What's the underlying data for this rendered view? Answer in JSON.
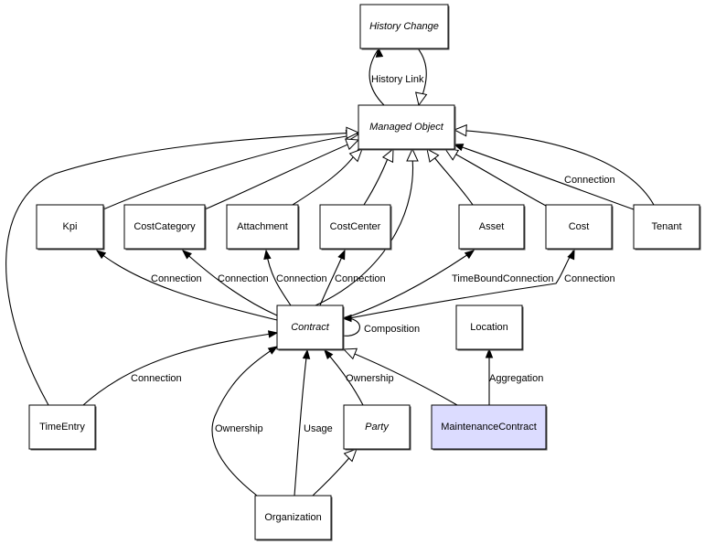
{
  "diagram": {
    "nodes": [
      {
        "id": "history_change",
        "label": "History Change",
        "italic": true,
        "fill": "#ffffff"
      },
      {
        "id": "managed_object",
        "label": "Managed Object",
        "italic": true,
        "fill": "#ffffff"
      },
      {
        "id": "kpi",
        "label": "Kpi",
        "italic": false,
        "fill": "#ffffff"
      },
      {
        "id": "cost_category",
        "label": "CostCategory",
        "italic": false,
        "fill": "#ffffff"
      },
      {
        "id": "attachment",
        "label": "Attachment",
        "italic": false,
        "fill": "#ffffff"
      },
      {
        "id": "cost_center",
        "label": "CostCenter",
        "italic": false,
        "fill": "#ffffff"
      },
      {
        "id": "asset",
        "label": "Asset",
        "italic": false,
        "fill": "#ffffff"
      },
      {
        "id": "cost",
        "label": "Cost",
        "italic": false,
        "fill": "#ffffff"
      },
      {
        "id": "tenant",
        "label": "Tenant",
        "italic": false,
        "fill": "#ffffff"
      },
      {
        "id": "contract",
        "label": "Contract",
        "italic": true,
        "fill": "#ffffff"
      },
      {
        "id": "location",
        "label": "Location",
        "italic": false,
        "fill": "#ffffff"
      },
      {
        "id": "time_entry",
        "label": "TimeEntry",
        "italic": false,
        "fill": "#ffffff"
      },
      {
        "id": "party",
        "label": "Party",
        "italic": true,
        "fill": "#ffffff"
      },
      {
        "id": "maintenance_contract",
        "label": "MaintenanceContract",
        "italic": false,
        "fill": "#dcdcff"
      },
      {
        "id": "organization",
        "label": "Organization",
        "italic": false,
        "fill": "#ffffff"
      }
    ],
    "edges": [
      {
        "id": "mo-history-link",
        "from": "managed_object",
        "to": "history_change",
        "type": "association",
        "label": "History Link"
      },
      {
        "id": "hc-inherits-mo",
        "from": "history_change",
        "to": "managed_object",
        "type": "generalization",
        "label": ""
      },
      {
        "id": "kpi-inherits-mo",
        "from": "kpi",
        "to": "managed_object",
        "type": "generalization",
        "label": ""
      },
      {
        "id": "costcategory-inherits-mo",
        "from": "cost_category",
        "to": "managed_object",
        "type": "generalization",
        "label": ""
      },
      {
        "id": "attachment-inherits-mo",
        "from": "attachment",
        "to": "managed_object",
        "type": "generalization",
        "label": ""
      },
      {
        "id": "costcenter-inherits-mo",
        "from": "cost_center",
        "to": "managed_object",
        "type": "generalization",
        "label": ""
      },
      {
        "id": "contract-inherits-mo",
        "from": "contract",
        "to": "managed_object",
        "type": "generalization",
        "label": ""
      },
      {
        "id": "asset-inherits-mo",
        "from": "asset",
        "to": "managed_object",
        "type": "generalization",
        "label": ""
      },
      {
        "id": "cost-inherits-mo",
        "from": "cost",
        "to": "managed_object",
        "type": "generalization",
        "label": ""
      },
      {
        "id": "tenant-inherits-mo",
        "from": "tenant",
        "to": "managed_object",
        "type": "generalization",
        "label": ""
      },
      {
        "id": "tenant-connection-mo",
        "from": "tenant",
        "to": "managed_object",
        "type": "association",
        "label": "Connection"
      },
      {
        "id": "timeentry-inherits-mo",
        "from": "time_entry",
        "to": "managed_object",
        "type": "generalization",
        "label": ""
      },
      {
        "id": "contract-connection-kpi",
        "from": "contract",
        "to": "kpi",
        "type": "association",
        "label": "Connection"
      },
      {
        "id": "contract-connection-costcategory",
        "from": "contract",
        "to": "cost_category",
        "type": "association",
        "label": "Connection"
      },
      {
        "id": "contract-connection-attachment",
        "from": "contract",
        "to": "attachment",
        "type": "association",
        "label": "Connection"
      },
      {
        "id": "contract-connection-costcenter",
        "from": "contract",
        "to": "cost_center",
        "type": "association",
        "label": "Connection"
      },
      {
        "id": "contract-timebound-asset",
        "from": "contract",
        "to": "asset",
        "type": "association",
        "label": "TimeBoundConnection"
      },
      {
        "id": "contract-connection-cost",
        "from": "contract",
        "to": "cost",
        "type": "association",
        "label": "Connection"
      },
      {
        "id": "contract-composition-self",
        "from": "contract",
        "to": "contract",
        "type": "association",
        "label": "Composition"
      },
      {
        "id": "timeentry-connection-contract",
        "from": "time_entry",
        "to": "contract",
        "type": "association",
        "label": "Connection"
      },
      {
        "id": "organization-ownership-contract",
        "from": "organization",
        "to": "contract",
        "type": "association",
        "label": "Ownership"
      },
      {
        "id": "organization-usage-contract",
        "from": "organization",
        "to": "contract",
        "type": "association",
        "label": "Usage"
      },
      {
        "id": "party-ownership-contract",
        "from": "party",
        "to": "contract",
        "type": "association",
        "label": "Ownership"
      },
      {
        "id": "maintenancecontract-inherits-contract",
        "from": "maintenance_contract",
        "to": "contract",
        "type": "generalization",
        "label": ""
      },
      {
        "id": "maintenancecontract-aggregation-location",
        "from": "maintenance_contract",
        "to": "location",
        "type": "association",
        "label": "Aggregation"
      },
      {
        "id": "organization-inherits-party",
        "from": "organization",
        "to": "party",
        "type": "generalization",
        "label": ""
      }
    ]
  }
}
